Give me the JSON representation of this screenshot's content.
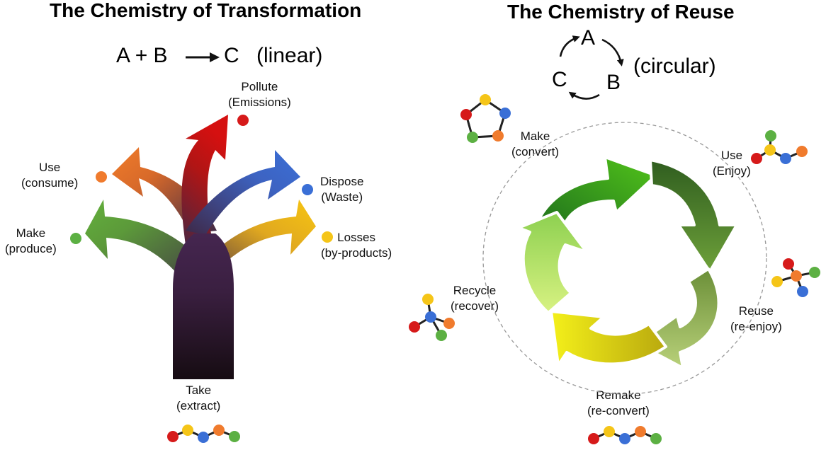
{
  "linear": {
    "title": "The Chemistry of Transformation",
    "equation": {
      "a_plus_b": "A + B",
      "c": "C",
      "kind": "(linear)"
    },
    "stages": [
      {
        "id": "take",
        "name": "Take",
        "detail": "(extract)",
        "color": "#2a1a30"
      },
      {
        "id": "make",
        "name": "Make",
        "detail": "(produce)",
        "color": "#5aaa3a"
      },
      {
        "id": "use",
        "name": "Use",
        "detail": "(consume)",
        "color": "#ee7d2d"
      },
      {
        "id": "pollute",
        "name": "Pollute",
        "detail": "(Emissions)",
        "color": "#cc1111"
      },
      {
        "id": "dispose",
        "name": "Dispose",
        "detail": "(Waste)",
        "color": "#3a6fcf"
      },
      {
        "id": "losses",
        "name": "Losses",
        "detail": "(by-products)",
        "color": "#f4c20d"
      }
    ]
  },
  "circular": {
    "title": "The Chemistry of Reuse",
    "cycle": {
      "a": "A",
      "b": "B",
      "c": "C",
      "kind": "(circular)"
    },
    "stages": [
      {
        "id": "make",
        "name": "Make",
        "detail": "(convert)"
      },
      {
        "id": "use",
        "name": "Use",
        "detail": "(Enjoy)"
      },
      {
        "id": "reuse",
        "name": "Reuse",
        "detail": "(re-enjoy)"
      },
      {
        "id": "remake",
        "name": "Remake",
        "detail": "(re-convert)"
      },
      {
        "id": "recycle",
        "name": "Recycle",
        "detail": "(recover)"
      }
    ]
  },
  "atom_colors": {
    "red": "#d61a1a",
    "yellow": "#f5c518",
    "blue": "#3a6fd6",
    "orange": "#f07b2d",
    "green": "#5cb043"
  }
}
